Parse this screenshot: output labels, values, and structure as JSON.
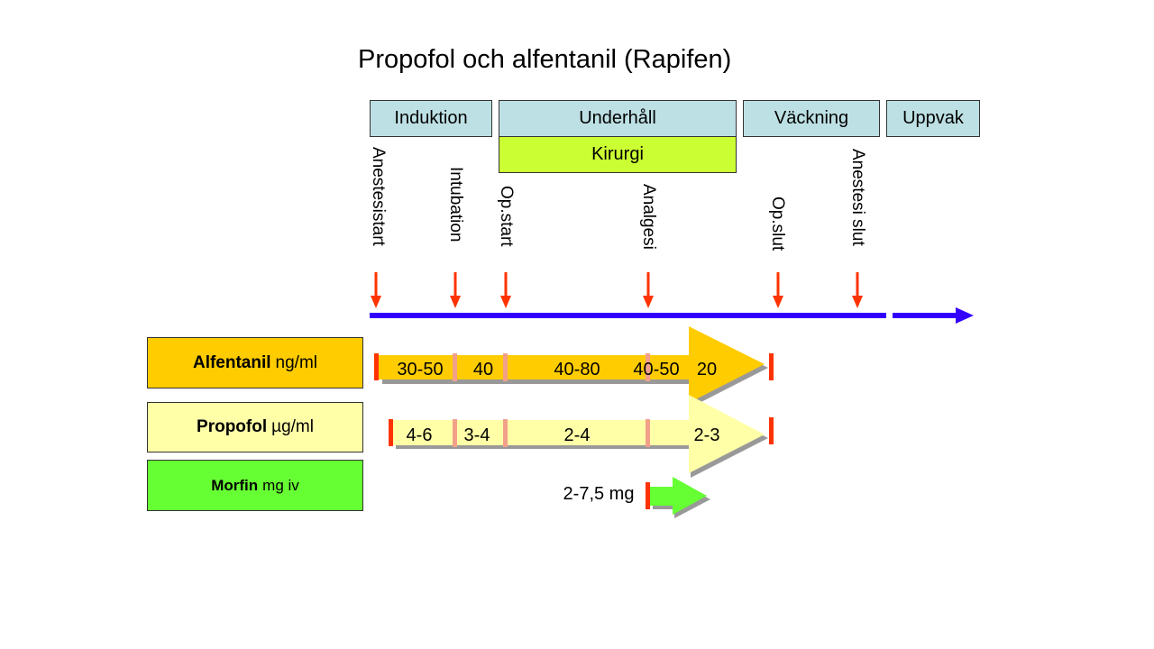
{
  "title": "Propofol och alfentanil (Rapifen)",
  "phases": [
    "Induktion",
    "Underhåll",
    "Väckning",
    "Uppvak"
  ],
  "surgery_label": "Kirurgi",
  "events": [
    "Anestesistart",
    "Intubation",
    "Op.start",
    "Analgesi",
    "Op.slut",
    "Anestesi slut"
  ],
  "drugs": [
    {
      "name": "Alfentanil",
      "unit": "ng/ml",
      "color": "#ffcc00",
      "values": [
        "30-50",
        "40",
        "40-80",
        "40-50",
        "20"
      ]
    },
    {
      "name": "Propofol",
      "unit": "µg/ml",
      "color": "#ffffa8",
      "values": [
        "4-6",
        "3-4",
        "2-4",
        "2-3"
      ]
    },
    {
      "name": "Morfin",
      "unit": "mg iv",
      "color": "#66ff33",
      "values": [
        "2-7,5 mg"
      ]
    }
  ],
  "colors": {
    "timeline": "#3300ff",
    "event_arrow": "#ff3300",
    "marker": "#ff3300"
  }
}
